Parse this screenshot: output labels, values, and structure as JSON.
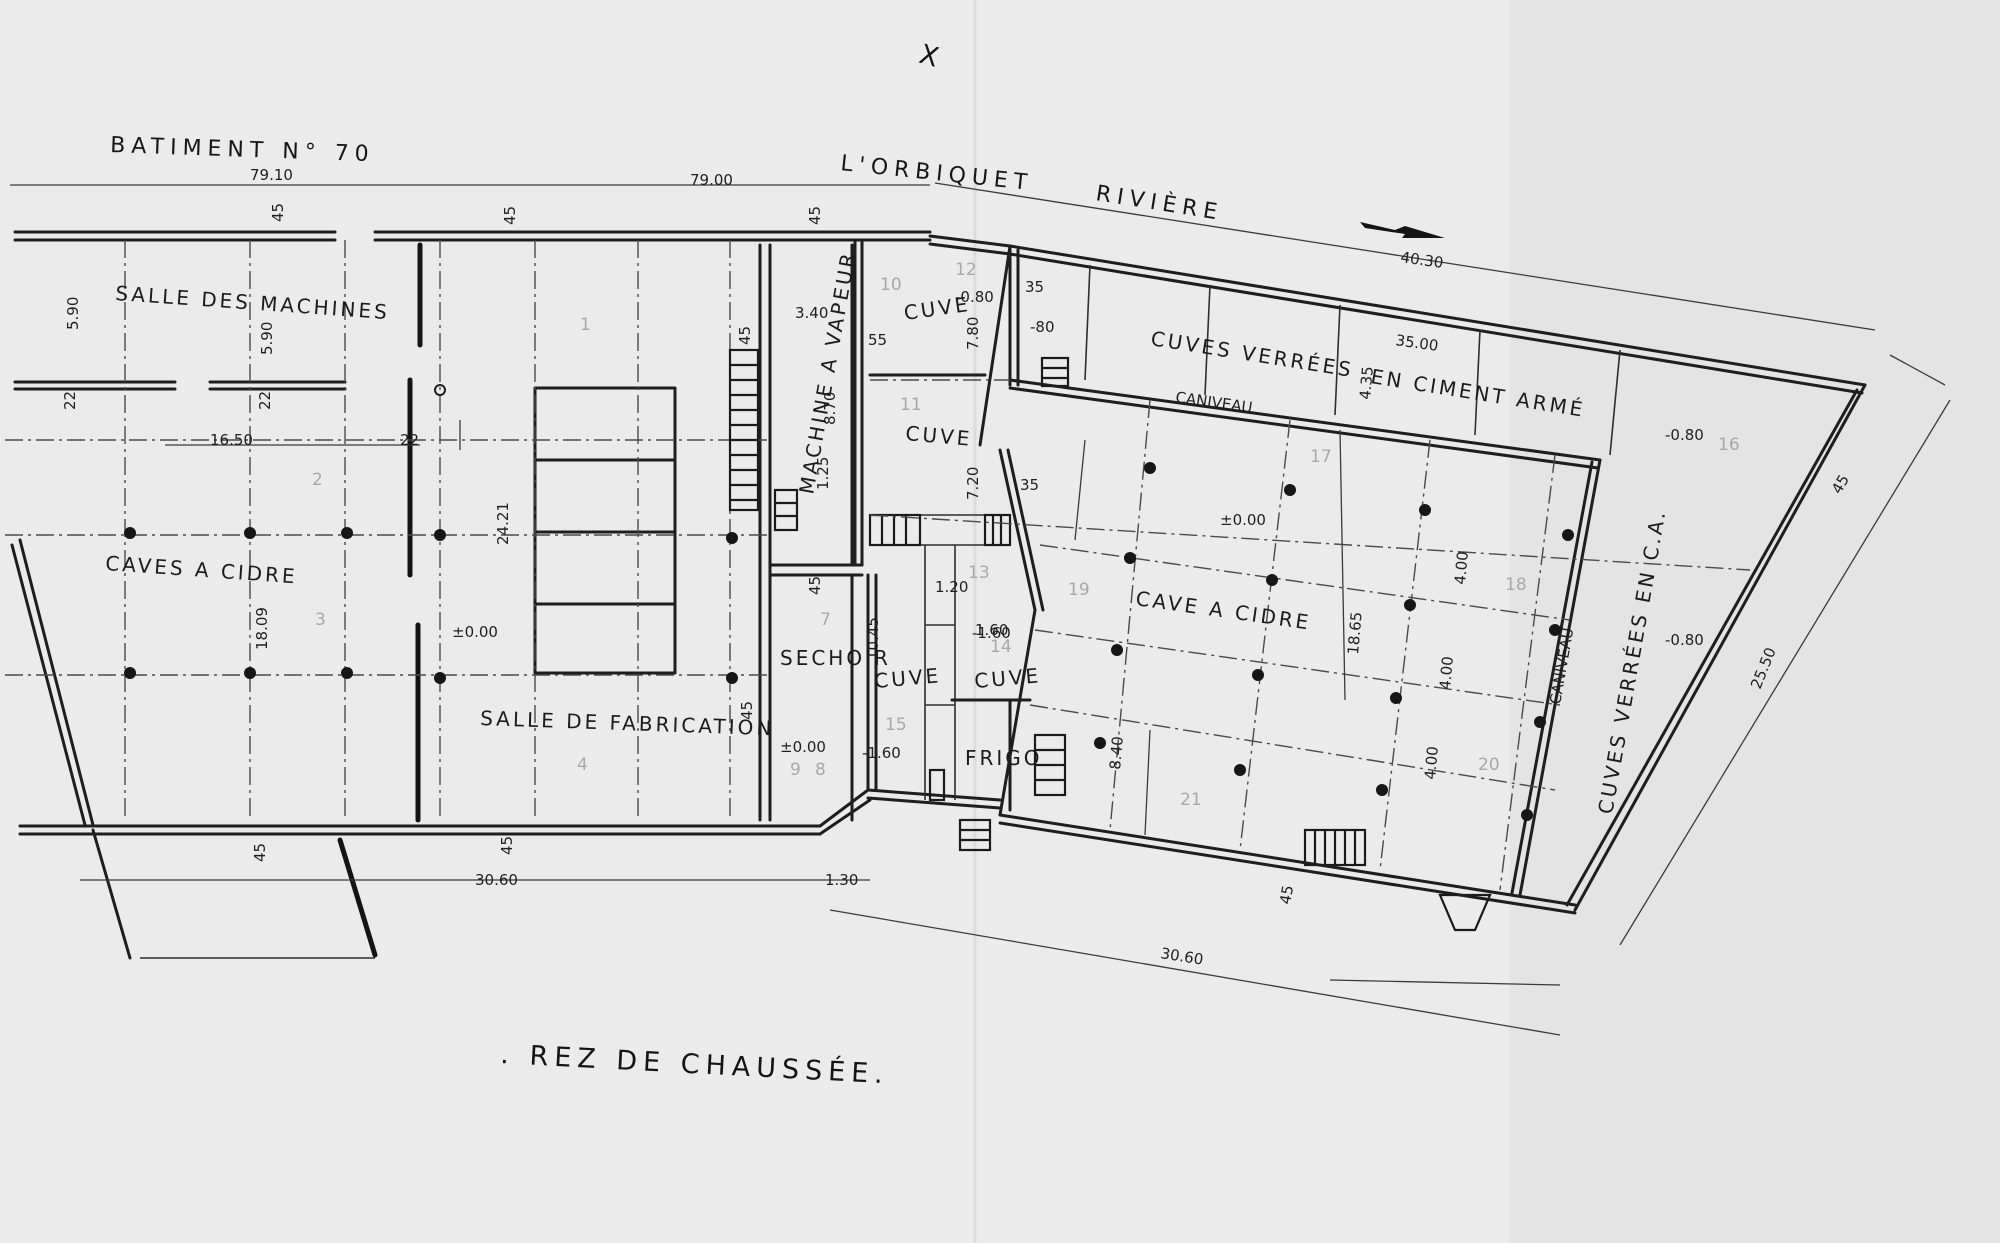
{
  "drawing": {
    "title": ". REZ DE CHAUSSÉE.",
    "building_label": "BATIMENT N° 70",
    "river_name": "L'ORBIQUET",
    "river_type": "RIVIÈRE",
    "mark_x": "X"
  },
  "rooms": {
    "salle_machines": "SALLE DES MACHINES",
    "caves_cidre": "CAVES A CIDRE",
    "salle_fabrication": "SALLE DE FABRICATION",
    "machine_vapeur": "MACHINE A VAPEUR",
    "cuve_1": "CUVE",
    "cuve_2": "CUVE",
    "cuve_3": "CUVE",
    "cuve_4": "CUVE",
    "sechoir": "SECHOIR",
    "frigo": "FRIGO",
    "cave_cidre_east": "CAVE A CIDRE",
    "cuves_verrees_1": "CUVES VERRÉES",
    "cuves_verrees_2": "EN CIMENT ARMÉ",
    "cuves_verrees_emca": "CUVES VERRÉES EN C.A.",
    "caniveau_1": "CANIVEAU",
    "caniveau_2": "CANIVEAU"
  },
  "levels": {
    "l_cuve": "-0.80",
    "l_cuves_left": "-80",
    "l_east": "-0.80",
    "l_east2": "-0.80",
    "l_fab": "±0.00",
    "l_cave": "±0.00",
    "l_sechoir": "±0.00",
    "l_cuve_low": "-1.60",
    "l_frigo_step": "-1.60"
  },
  "dims": {
    "d_7910": "79.10",
    "d_7900": "79.00",
    "d_4030": "40.30",
    "d_3500": "35.00",
    "d_3060_a": "30.60",
    "d_3060_b": "30.60",
    "d_2550": "25.50",
    "d_1865": "18.65",
    "d_1809": "18.09",
    "d_2421": "24.21",
    "d_1650": "16.50",
    "d_1045": "10.45",
    "d_870": "8.70",
    "d_840": "8.40",
    "d_780": "7.80",
    "d_720": "7.20",
    "d_590_a": "5.90",
    "d_590_b": "5.90",
    "d_435": "4.35",
    "d_400_a": "4.00",
    "d_400_b": "4.00",
    "d_400_c": "4.00",
    "d_340": "3.40",
    "d_160": "1.60",
    "d_130": "1.30",
    "d_125": "1.25",
    "d_120": "1.20",
    "d_45_a": "45",
    "d_45_b": "45",
    "d_45_c": "45",
    "d_45_d": "45",
    "d_45_e": "45",
    "d_45_f": "45",
    "d_45_g": "45",
    "d_45_h": "45",
    "d_45_i": "45",
    "d_45_j": "45",
    "d_35_a": "35",
    "d_35_b": "35",
    "d_55": "55",
    "d_22_a": "22",
    "d_22_b": "22",
    "d_22_c": "22"
  },
  "room_numbers": [
    "1",
    "2",
    "3",
    "4",
    "7",
    "8",
    "9",
    "10",
    "11",
    "12",
    "13",
    "14",
    "15",
    "16",
    "17",
    "18",
    "19",
    "20",
    "21"
  ]
}
